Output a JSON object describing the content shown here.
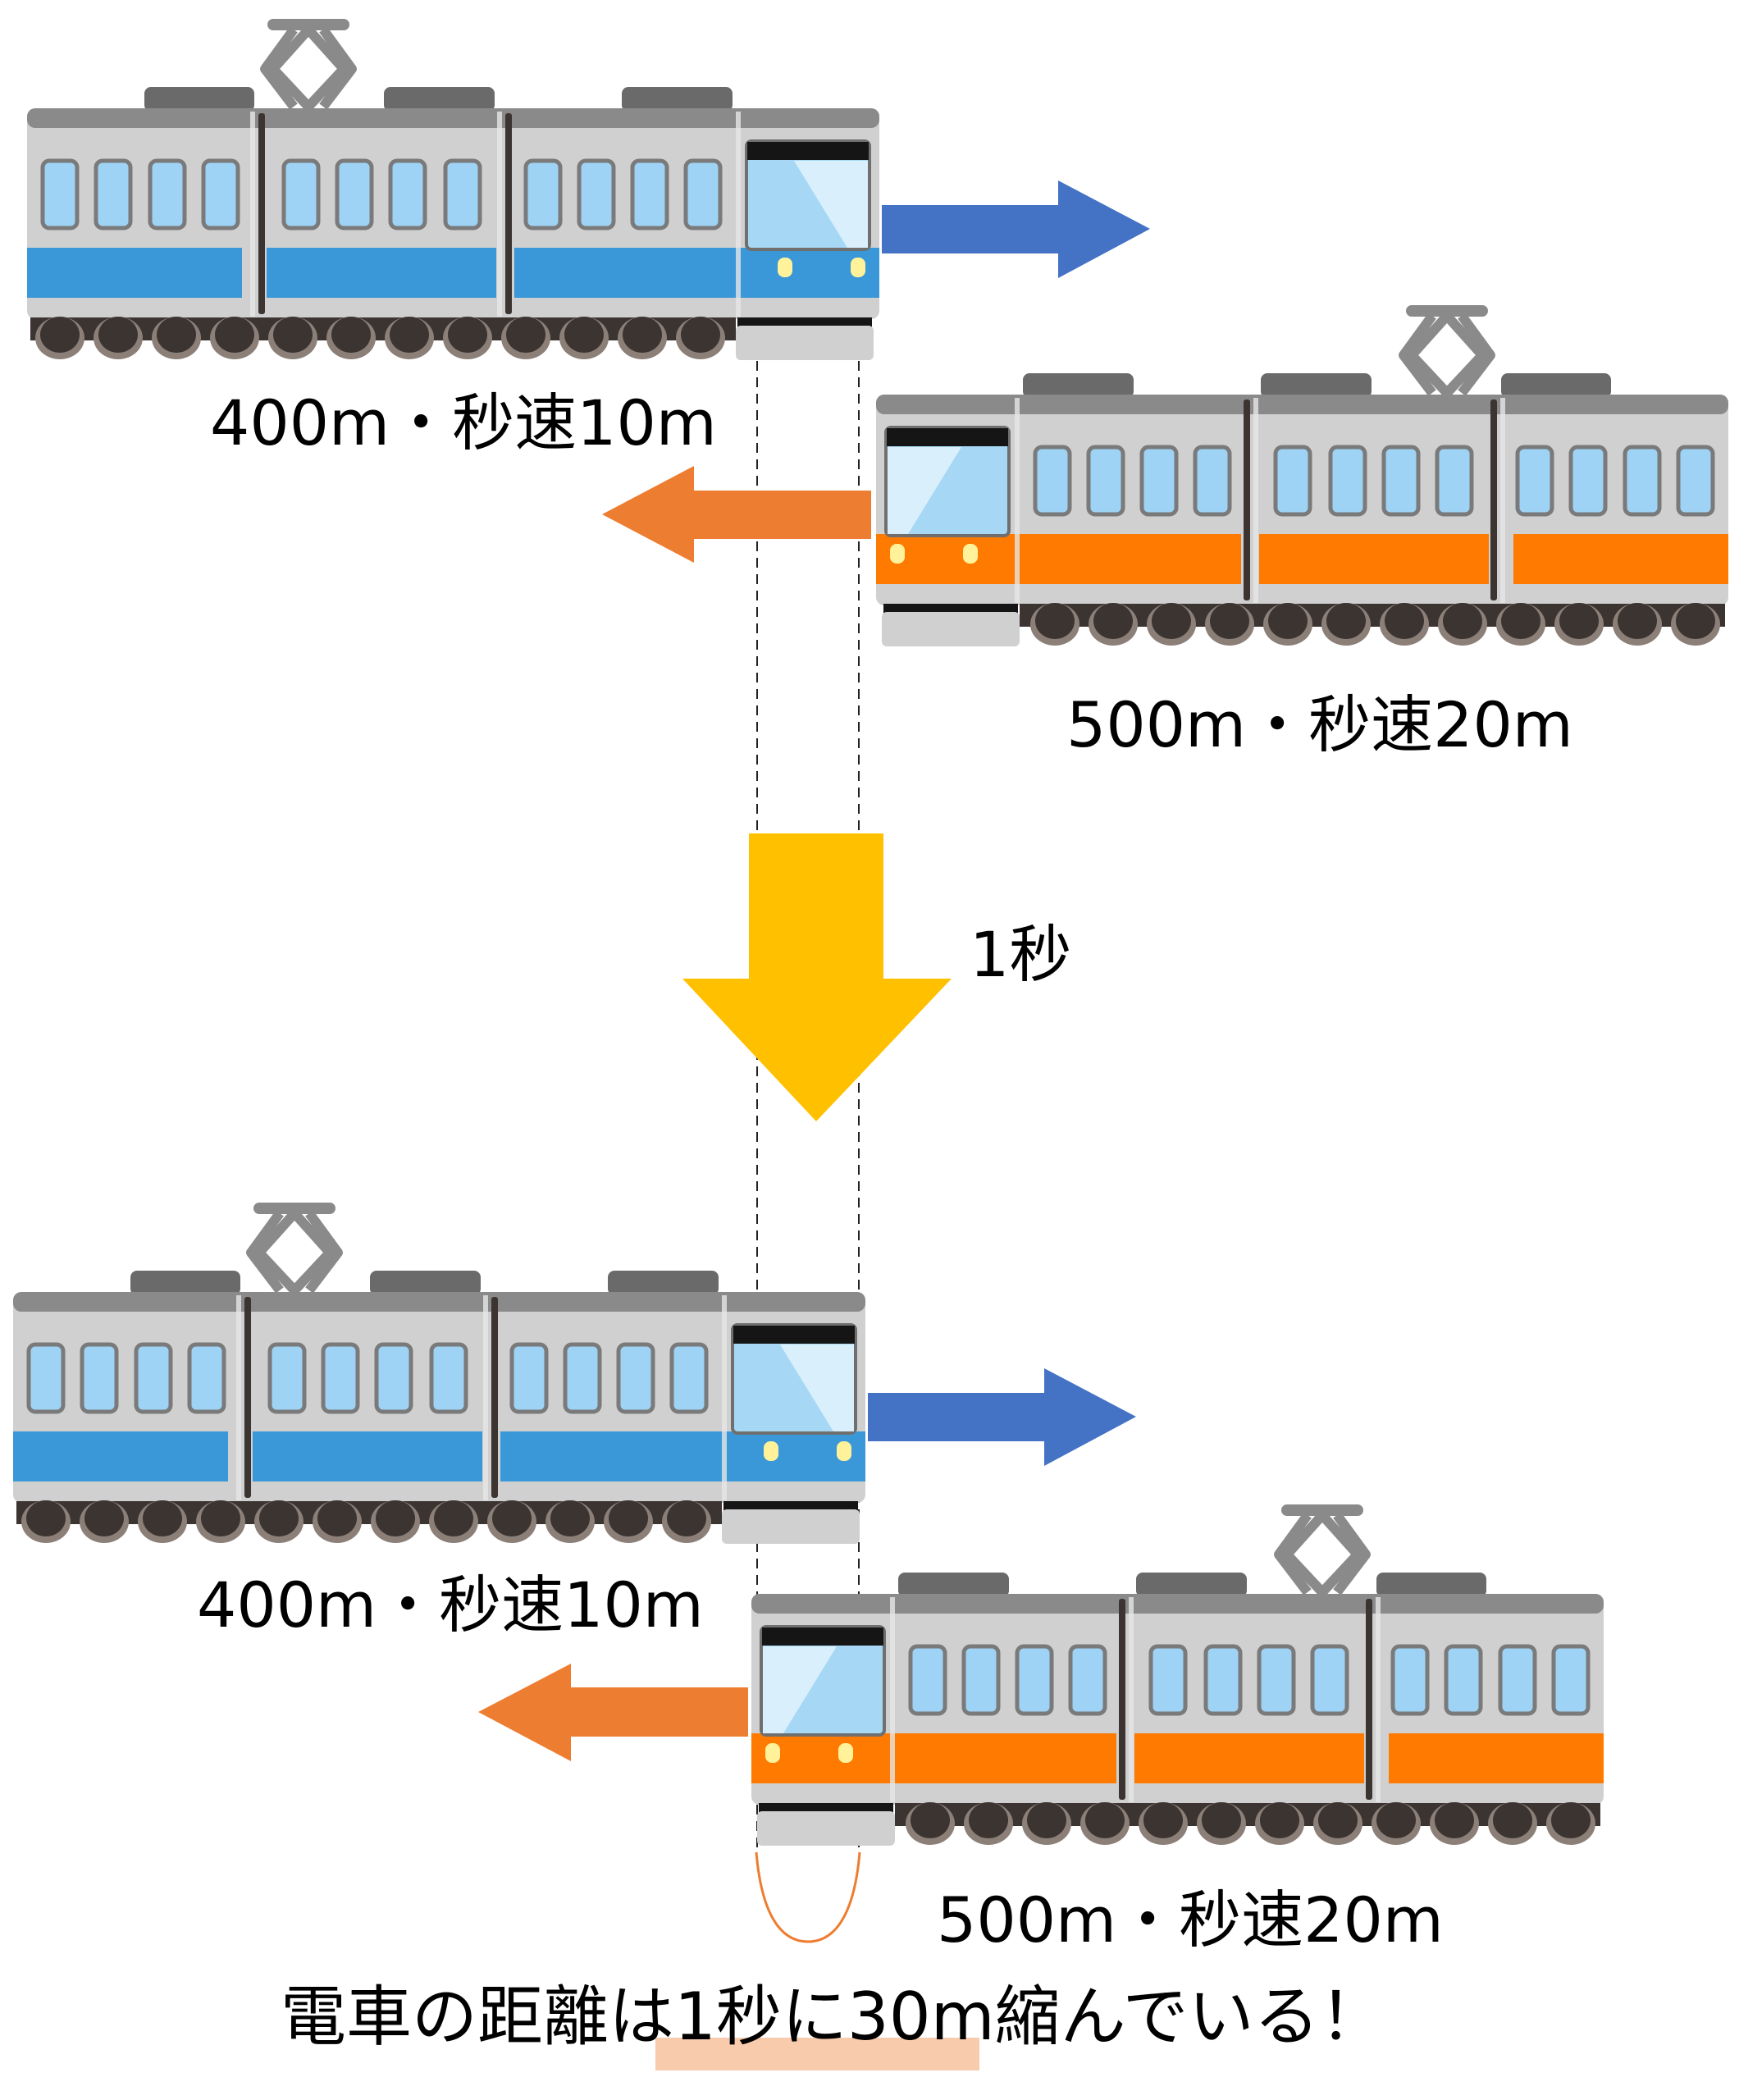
{
  "title": "電車の距離は1秒に30m縮んでいる！",
  "colors": {
    "blue_arrow": "#4472C4",
    "orange_arrow": "#ED7D31",
    "time_arrow": "#FFC000",
    "highlight": "#F8CBAD",
    "gap_curve": "#ED7D31",
    "train_body": "#D0D0D0",
    "train_roof": "#8A8A8A",
    "train_roof_box": "#6A6A6A",
    "window": "#9ED3F5",
    "window_border": "#7A7A7A",
    "cab_glass": "#A6D8F6",
    "cab_glass_light": "#D9EFFB",
    "divider": "#3B3431",
    "undercarriage": "#3B3431",
    "wheel_rim": "#8B7F78",
    "headlight": "#FFF29A"
  },
  "scene_before": {
    "train_a": {
      "name": "blue-train",
      "direction": "right",
      "stripe_color": "#3A97D8",
      "label": "400m・秒速10m"
    },
    "train_b": {
      "name": "orange-train",
      "direction": "left",
      "stripe_color": "#FF7A00",
      "label": "500m・秒速20m"
    }
  },
  "time_step": {
    "icon": "down-arrow",
    "label": "1秒"
  },
  "scene_after": {
    "train_a": {
      "name": "blue-train",
      "direction": "right",
      "stripe_color": "#3A97D8",
      "label": "400m・秒速10m"
    },
    "train_b": {
      "name": "orange-train",
      "direction": "left",
      "stripe_color": "#FF7A00",
      "label": "500m・秒速20m"
    }
  },
  "summary": {
    "text": "電車の距離は1秒に30m縮んでいる！",
    "highlighted_part": "1秒に30m"
  }
}
